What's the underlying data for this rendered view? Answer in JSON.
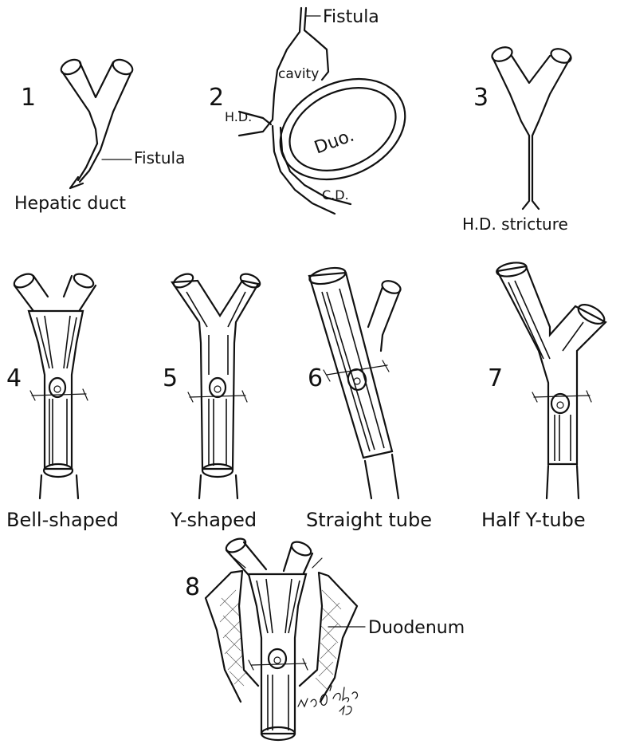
{
  "figures": [
    {
      "number": "1",
      "labels": [
        "Fistula",
        "Hepatic duct"
      ]
    },
    {
      "number": "2",
      "labels": [
        "Fistula",
        "cavity",
        "H.D.",
        "Duo.",
        "C.D."
      ]
    },
    {
      "number": "3",
      "labels": [
        "H.D. stricture"
      ]
    },
    {
      "number": "4",
      "caption": "Bell-shaped"
    },
    {
      "number": "5",
      "caption": "Y-shaped"
    },
    {
      "number": "6",
      "caption": "Straight tube"
    },
    {
      "number": "7",
      "caption": "Half Y-tube"
    },
    {
      "number": "8",
      "labels": [
        "Duodenum"
      ]
    }
  ],
  "signature": "W.C. Jacobs 42"
}
